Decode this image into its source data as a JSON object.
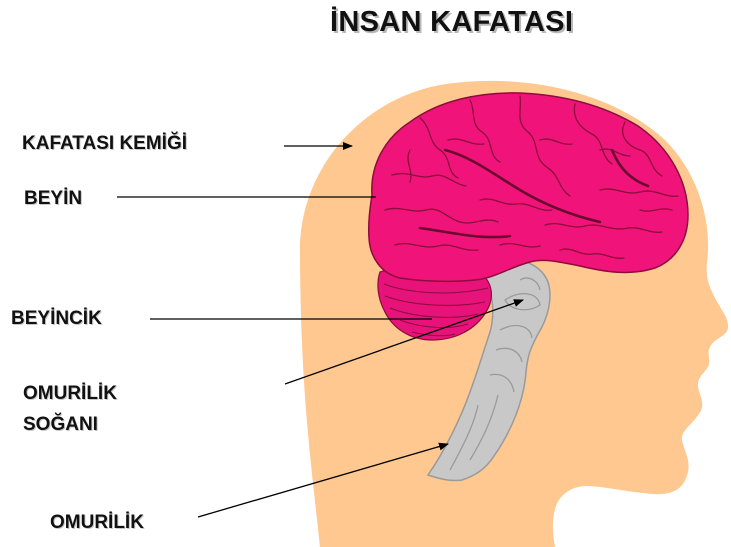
{
  "title": "İNSAN KAFATASI",
  "labels": {
    "skull": "KAFATASI KEMİĞİ",
    "brain": "BEYİN",
    "cerebellum": "BEYİNCİK",
    "medulla_line1": "OMURİLİK",
    "medulla_line2": "SOĞANI",
    "spinal_cord": "OMURİLİK"
  },
  "colors": {
    "head": "#fec890",
    "brain": "#f0147a",
    "brain_fold": "#8a0d3c",
    "brainstem": "#c8c8c8",
    "brainstem_line": "#9a9a9a",
    "arrow": "#000000"
  }
}
